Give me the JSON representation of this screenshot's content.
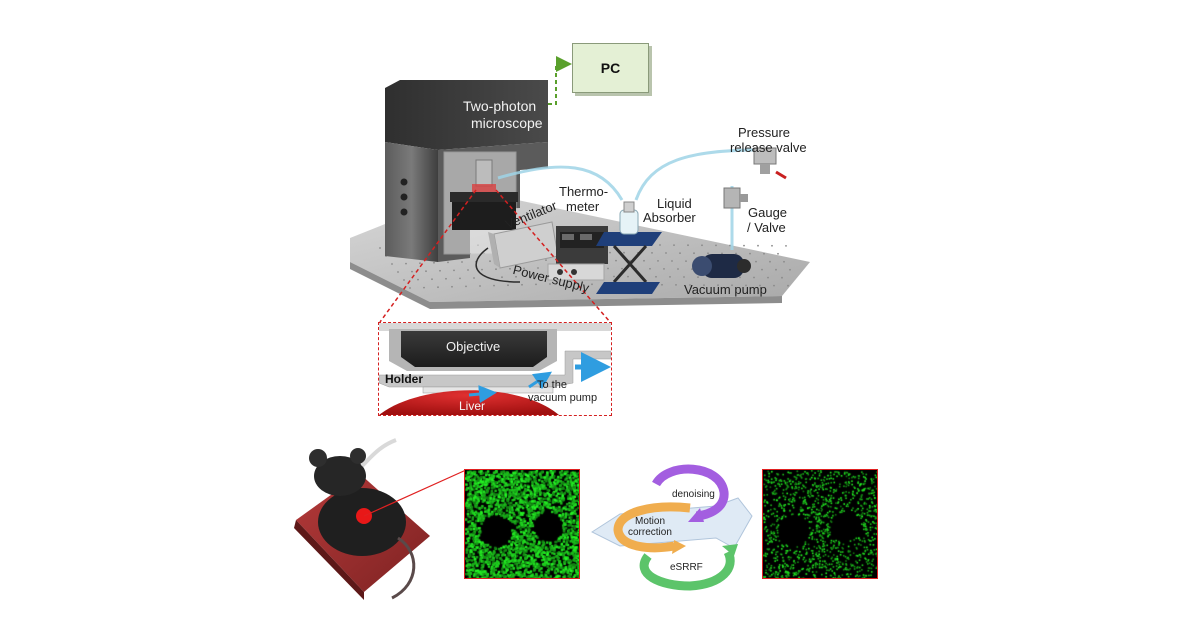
{
  "labels": {
    "pc": "PC",
    "microscope_line1": "Two-photon",
    "microscope_line2": "microscope",
    "pressure_line1": "Pressure",
    "pressure_line2": "release valve",
    "thermo_line1": "Thermo-",
    "thermo_line2": "meter",
    "liquid_line1": "Liquid",
    "liquid_line2": "Absorber",
    "gauge_line1": "Gauge",
    "gauge_line2": "/ Valve",
    "ventilator": "Ventilator",
    "power_supply": "Power supply",
    "vacuum_pump": "Vacuum pump",
    "objective": "Objective",
    "holder": "Holder",
    "liver": "Liver",
    "to_pump_line1": "To the",
    "to_pump_line2": "vacuum pump",
    "denoising": "denoising",
    "motion_line1": "Motion",
    "motion_line2": "correction",
    "esrrf": "eSRRF"
  },
  "colors": {
    "connection_arrow": "#5aa02c",
    "inset_border": "#d42020",
    "denoising_arrow": "#a35ee0",
    "motion_arrow": "#f0ad4e",
    "esrrf_arrow": "#5cc46a",
    "liver": "#c91616",
    "signal": "#2fd02f"
  }
}
